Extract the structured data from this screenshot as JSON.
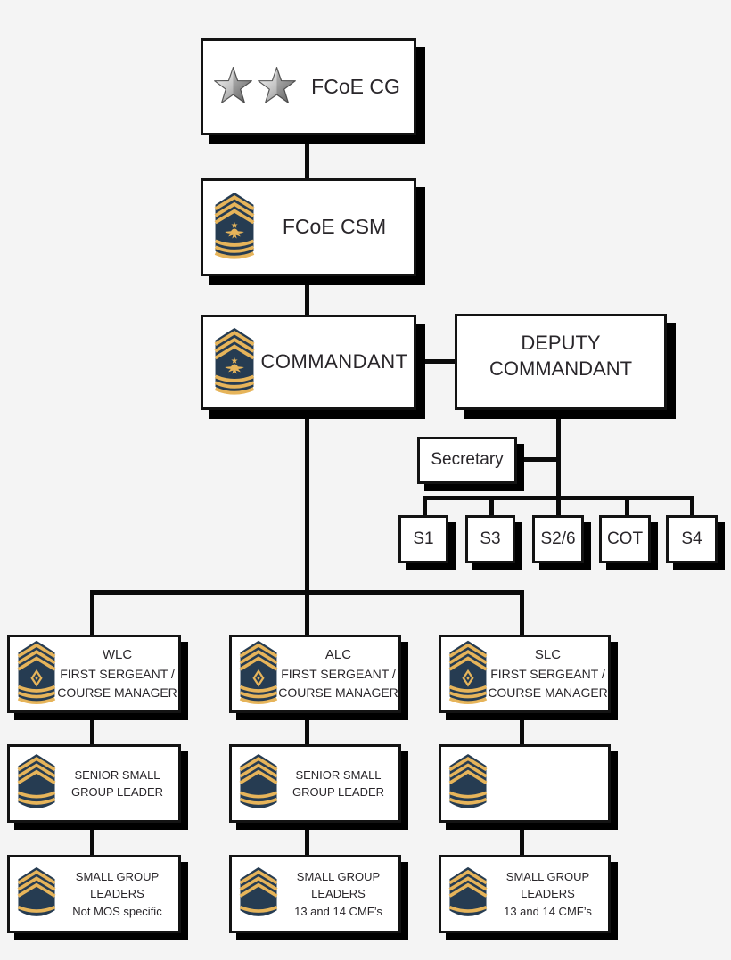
{
  "colors": {
    "background": "#f4f4f4",
    "box_fill": "#ffffff",
    "box_border": "#131313",
    "shadow": "#000000",
    "connector": "#0b0b0b",
    "text": "#29262a",
    "insignia_gold": "#e6b45a",
    "insignia_navy": "#263c52",
    "star_silver_light": "#f6f6f6",
    "star_silver_dark": "#6f6f6f"
  },
  "nodes": {
    "fcoe_cg": {
      "label": "FCoE CG",
      "icon": "two-silver-stars"
    },
    "fcoe_csm": {
      "label": "FCoE CSM",
      "icon": "csm-insignia"
    },
    "commandant": {
      "label": "COMMANDANT",
      "icon": "csm-insignia"
    },
    "deputy_commandant": {
      "line1": "DEPUTY",
      "line2": "COMMANDANT"
    },
    "secretary": {
      "label": "Secretary"
    },
    "staff_sections": [
      {
        "label": "S1"
      },
      {
        "label": "S3"
      },
      {
        "label": "S2/6"
      },
      {
        "label": "COT"
      },
      {
        "label": "S4"
      }
    ],
    "columns": [
      {
        "id": "wlc",
        "first_sergeant": {
          "course": "WLC",
          "role_line1": "FIRST SERGEANT /",
          "role_line2": "COURSE MANAGER",
          "icon": "first-sergeant-insignia"
        },
        "senior_sgl": {
          "line1": "SENIOR SMALL",
          "line2": "GROUP LEADER",
          "icon": "sfc-insignia"
        },
        "sgl": {
          "line1": "SMALL GROUP",
          "line2": "LEADERS",
          "line3": "Not MOS specific",
          "icon": "ssg-insignia"
        }
      },
      {
        "id": "alc",
        "first_sergeant": {
          "course": "ALC",
          "role_line1": "FIRST SERGEANT /",
          "role_line2": "COURSE MANAGER",
          "icon": "first-sergeant-insignia"
        },
        "senior_sgl": {
          "line1": "SENIOR SMALL",
          "line2": "GROUP LEADER",
          "icon": "sfc-insignia"
        },
        "sgl": {
          "line1": "SMALL GROUP",
          "line2": "LEADERS",
          "line3": "13 and 14 CMF’s",
          "icon": "ssg-insignia"
        }
      },
      {
        "id": "slc",
        "first_sergeant": {
          "course": "SLC",
          "role_line1": "FIRST SERGEANT /",
          "role_line2": "COURSE MANAGER",
          "icon": "first-sergeant-insignia"
        },
        "senior_sgl": {
          "line1": "",
          "line2": "",
          "icon": "sfc-insignia"
        },
        "sgl": {
          "line1": "SMALL GROUP",
          "line2": "LEADERS",
          "line3": "13 and 14 CMF’s",
          "icon": "ssg-insignia"
        }
      }
    ]
  }
}
